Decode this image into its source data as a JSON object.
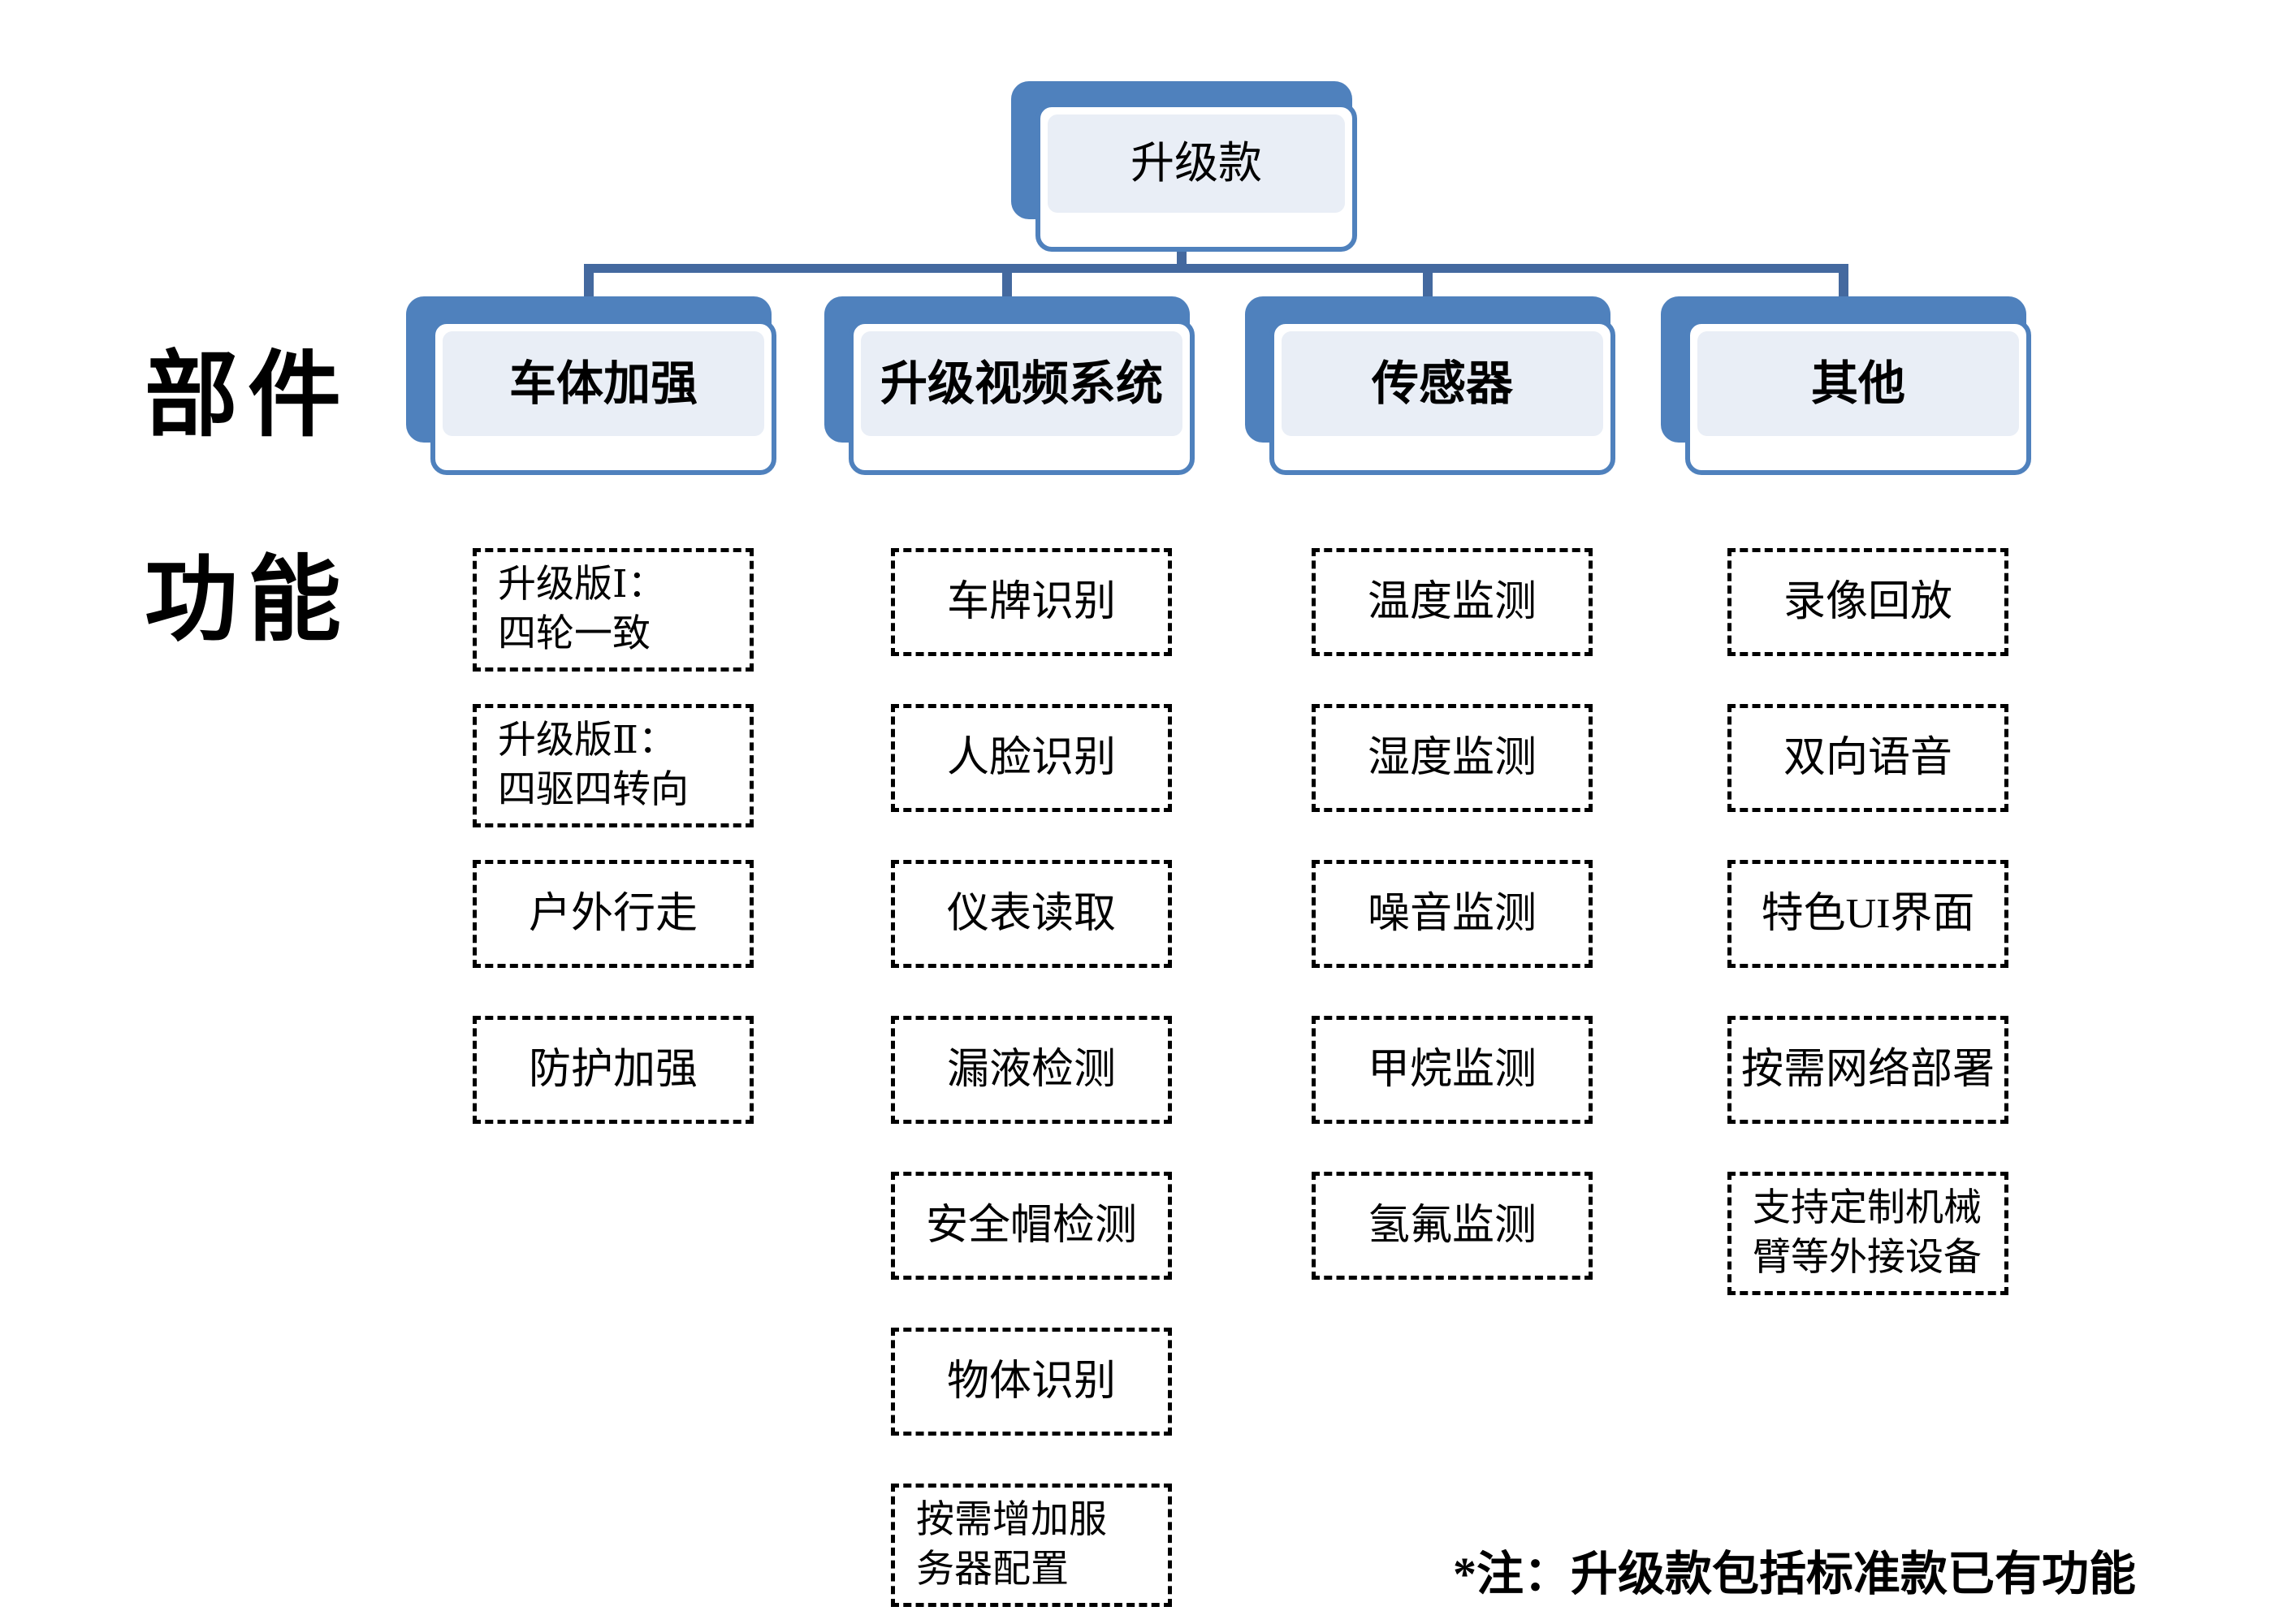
{
  "root": {
    "label": "升级款"
  },
  "row_labels": {
    "components": "部件",
    "functions": "功能"
  },
  "categories": [
    {
      "label": "车体加强",
      "functions": [
        "升级版Ⅰ：\n四轮一致",
        "升级版Ⅱ：\n四驱四转向",
        "户外行走",
        "防护加强"
      ]
    },
    {
      "label": "升级视频系统",
      "functions": [
        "车牌识别",
        "人脸识别",
        "仪表读取",
        "漏液检测",
        "安全帽检测",
        "物体识别",
        "按需增加服\n务器配置"
      ]
    },
    {
      "label": "传感器",
      "functions": [
        "温度监测",
        "湿度监测",
        "噪音监测",
        "甲烷监测",
        "氢氟监测"
      ]
    },
    {
      "label": "其他",
      "functions": [
        "录像回放",
        "双向语音",
        "特色UI界面",
        "按需网络部署",
        "支持定制机械\n臂等外接设备"
      ]
    }
  ],
  "footnote": "*注：升级款包括标准款已有功能",
  "colors": {
    "accent": "#4f81bd",
    "node_fill": "#e9eef6",
    "connector": "#44699f",
    "dashed_border": "#000000"
  }
}
